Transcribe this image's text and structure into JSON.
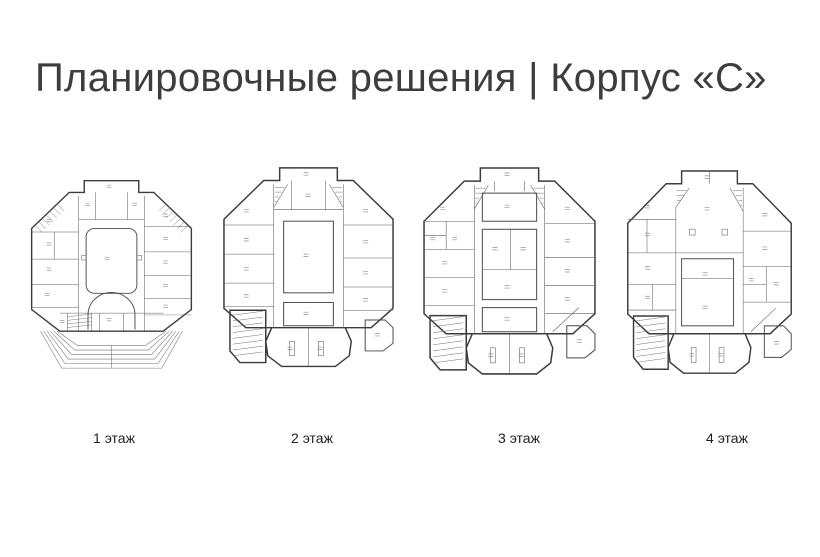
{
  "slide": {
    "title": "Планировочные решения | Корпус «С»",
    "background_color": "#ffffff",
    "title_color": "#3d3d3d",
    "plan_line_color": "#4a4a4a",
    "label_color": "#1f1f1f"
  },
  "floors": [
    {
      "id": 1,
      "label": "1 этаж"
    },
    {
      "id": 2,
      "label": "2 этаж"
    },
    {
      "id": 3,
      "label": "3 этаж"
    },
    {
      "id": 4,
      "label": "4 этаж"
    }
  ]
}
